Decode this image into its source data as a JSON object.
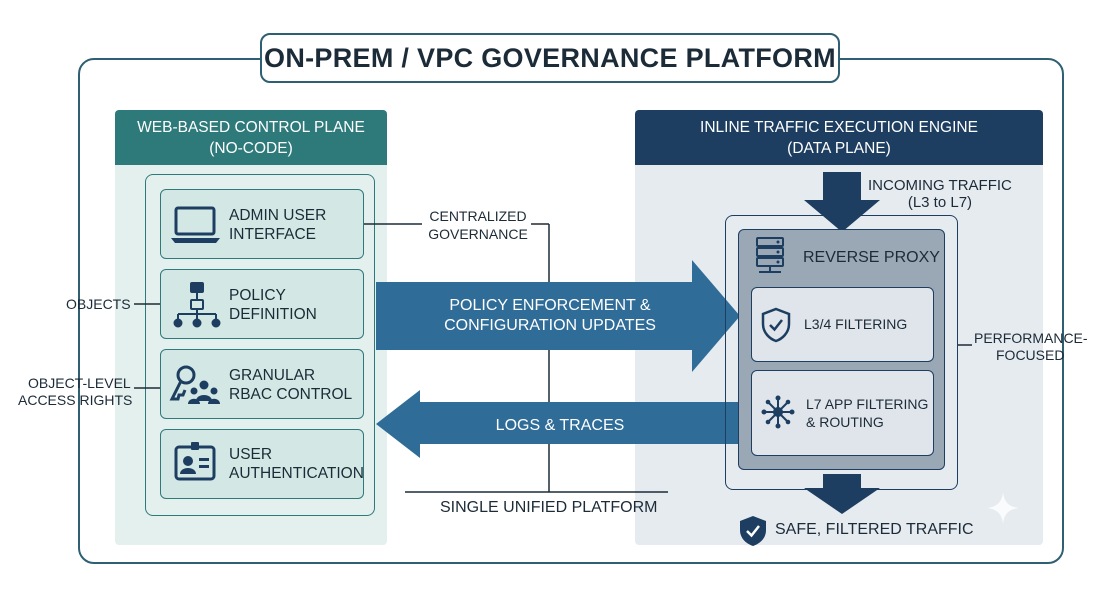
{
  "title": "ON-PREM / VPC GOVERNANCE PLATFORM",
  "control_plane": {
    "header_line1": "WEB-BASED CONTROL PLANE",
    "header_line2": "(NO-CODE)",
    "components": [
      {
        "line1": "ADMIN USER",
        "line2": "INTERFACE",
        "icon": "laptop-icon"
      },
      {
        "line1": "POLICY",
        "line2": "DEFINITION",
        "icon": "hierarchy-icon"
      },
      {
        "line1": "GRANULAR",
        "line2": "RBAC CONTROL",
        "icon": "key-users-icon"
      },
      {
        "line1": "USER",
        "line2": "AUTHENTICATION",
        "icon": "id-badge-icon"
      }
    ]
  },
  "side_labels": {
    "objects": "OBJECTS",
    "object_level_line1": "OBJECT-LEVEL",
    "object_level_line2": "ACCESS RIGHTS",
    "centralized_line1": "CENTRALIZED",
    "centralized_line2": "GOVERNANCE",
    "performance_line1": "PERFORMANCE-",
    "performance_line2": "FOCUSED",
    "single_platform": "SINGLE UNIFIED PLATFORM"
  },
  "flows": {
    "policy_line1": "POLICY ENFORCEMENT &",
    "policy_line2": "CONFIGURATION UPDATES",
    "logs": "LOGS & TRACES"
  },
  "data_plane": {
    "header_line1": "INLINE TRAFFIC EXECUTION ENGINE",
    "header_line2": "(DATA PLANE)",
    "incoming_line1": "INCOMING TRAFFIC",
    "incoming_line2": "(L3 to L7)",
    "reverse_proxy": "REVERSE PROXY",
    "l34": "L3/4 FILTERING",
    "l7_line1": "L7 APP FILTERING",
    "l7_line2": "& ROUTING",
    "safe": "SAFE, FILTERED TRAFFIC"
  },
  "colors": {
    "teal": "#2e7a7b",
    "navy": "#1d3e61",
    "arrow_blue": "#2f6c98",
    "left_panel_bg": "#e3f0ee",
    "right_panel_bg": "#e6ebf0"
  }
}
